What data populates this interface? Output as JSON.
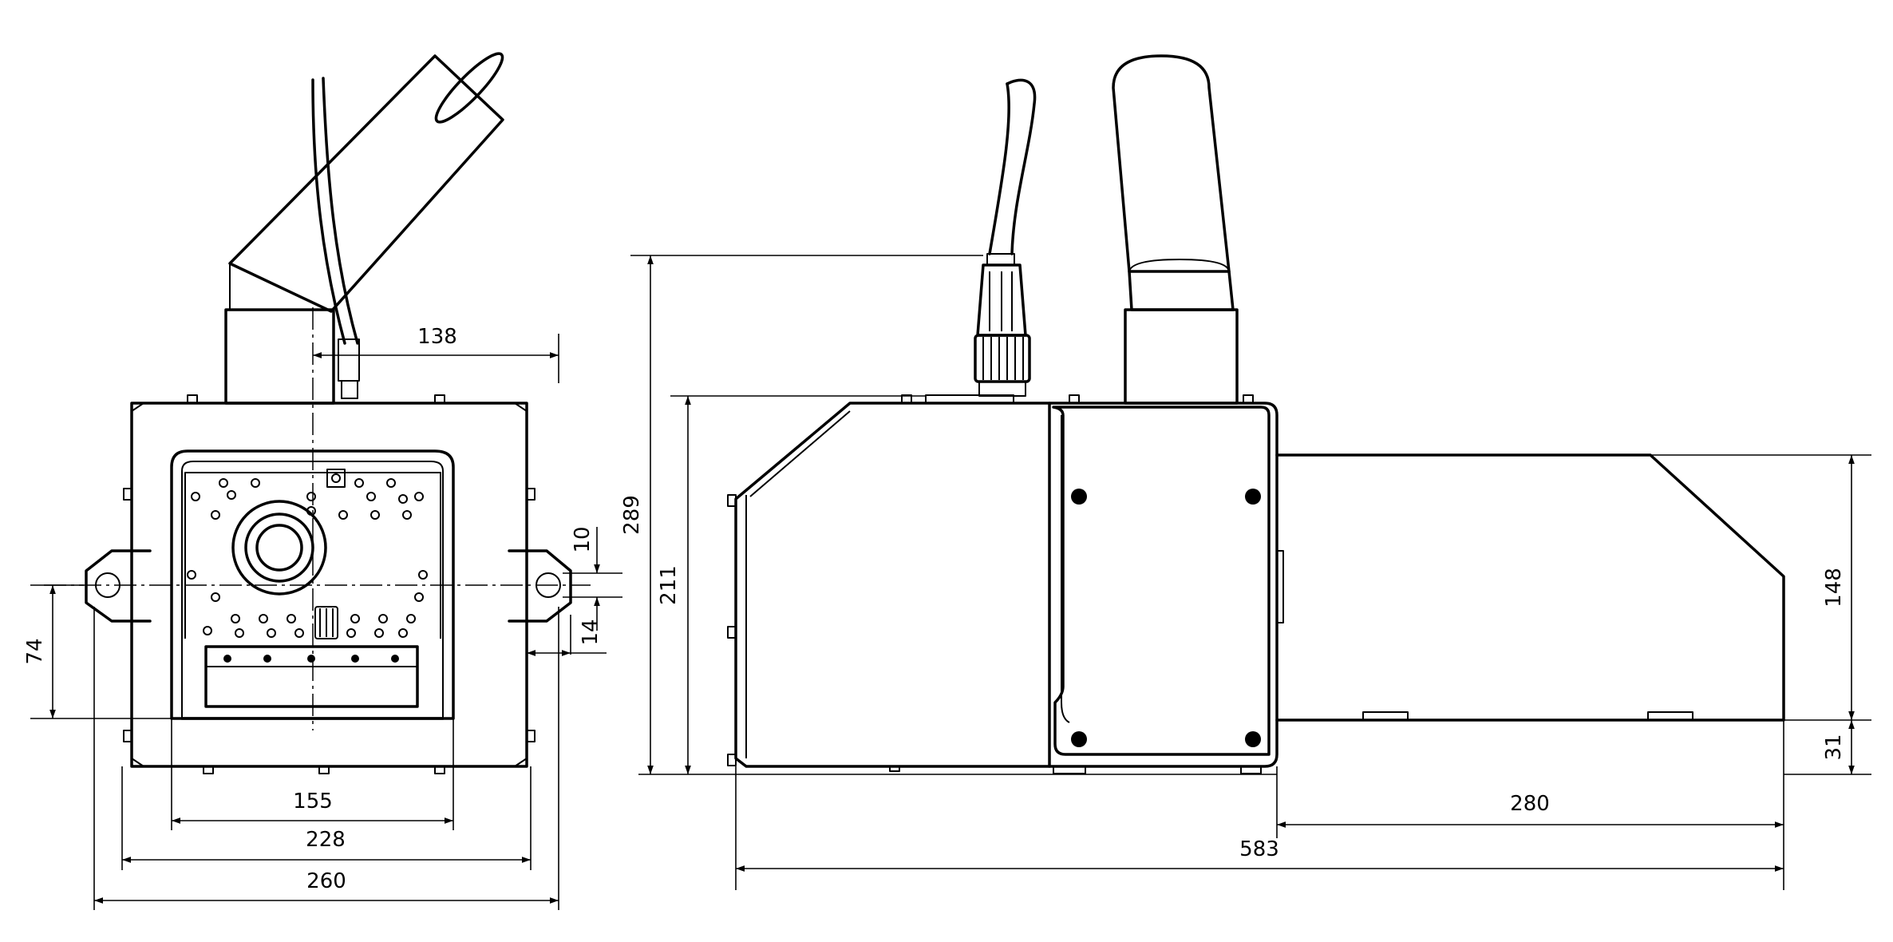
{
  "dimensions": {
    "front_inlet_offset": "138",
    "front_slot_height": "10",
    "front_mount_height": "74",
    "front_slot_offset": "14",
    "front_door_width": "155",
    "front_body_width": "228",
    "front_overall_width": "260",
    "side_overall_height": "289",
    "side_body_height": "211",
    "side_tube_height": "148",
    "side_tube_offset": "31",
    "side_tube_length": "280",
    "side_overall_length": "583"
  },
  "colors": {
    "line": "#000000",
    "background": "#ffffff"
  }
}
